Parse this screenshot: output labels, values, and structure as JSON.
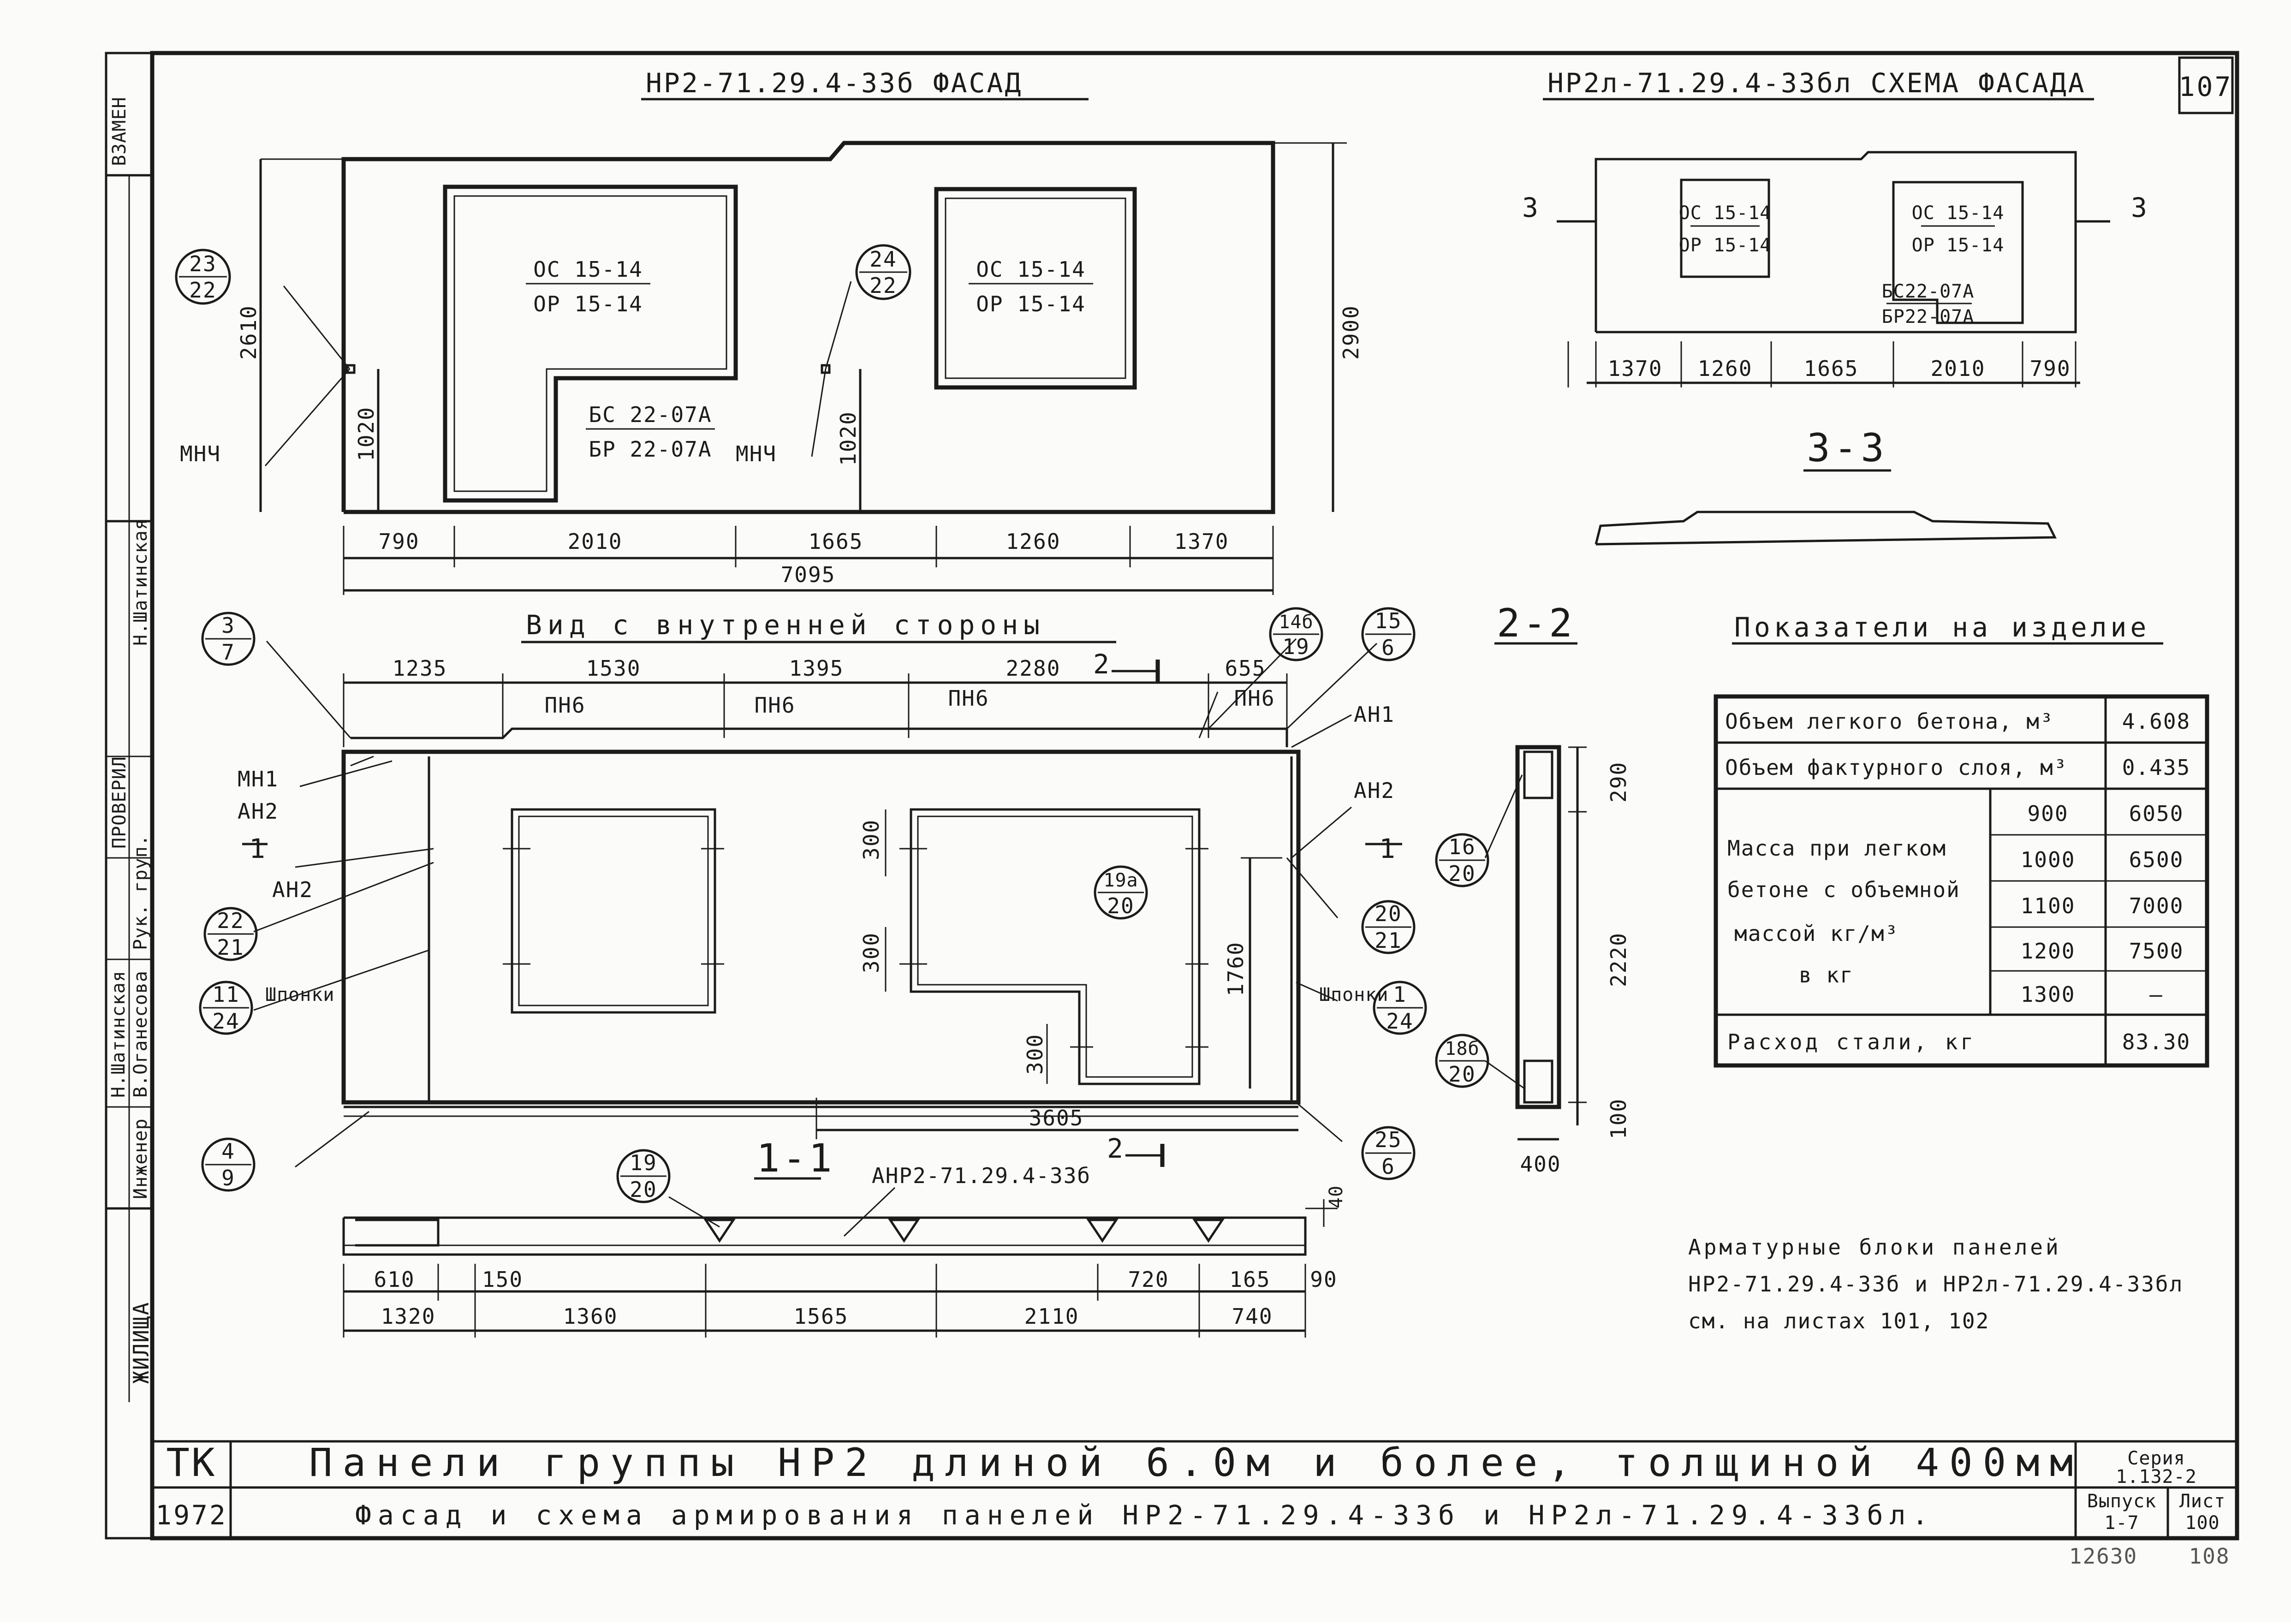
{
  "sheet_number": "107",
  "facade": {
    "title": "НР2-71.29.4-33б ФАСАД",
    "callout_left": {
      "top": "23",
      "bottom": "22"
    },
    "callout_mid": {
      "top": "24",
      "bottom": "22"
    },
    "mnch_left": "МНЧ",
    "mnch_mid": "МНЧ",
    "window_left": {
      "top": "ОС 15-14",
      "bottom": "ОР 15-14"
    },
    "window_right": {
      "top": "ОС 15-14",
      "bottom": "ОР 15-14"
    },
    "door": {
      "top": "БС 22-07А",
      "bottom": "БР 22-07А"
    },
    "dim_height_left": "2610",
    "dim_height_right": "2900",
    "dim_1020_left": "1020",
    "dim_1020_mid": "1020",
    "dims_bottom": [
      "790",
      "2010",
      "1665",
      "1260",
      "1370"
    ],
    "dim_total": "7095"
  },
  "scheme": {
    "title": "НР2л-71.29.4-33бл СХЕМА ФАСАДА",
    "section_mark_left": "3",
    "section_mark_right": "3",
    "window_left": {
      "top": "ОС 15-14",
      "bottom": "ОР 15-14"
    },
    "window_right": {
      "top": "ОС 15-14",
      "bottom": "ОР 15-14"
    },
    "door": {
      "top": "БС22-07А",
      "bottom": "БР22-07А"
    },
    "dims": [
      "1370",
      "1260",
      "1665",
      "2010",
      "790"
    ],
    "section_title": "3-3"
  },
  "inside_view": {
    "title": "Вид с внутренней стороны",
    "top_dims": [
      "1235",
      "1530",
      "1395",
      "2280",
      "655"
    ],
    "pn6_labels": [
      "ПН6",
      "ПН6",
      "ПН6",
      "ПН6"
    ],
    "section_2_marker": "2",
    "section_1_marker_left": "1",
    "section_1_marker_right": "1",
    "callouts": {
      "c_3_7": {
        "top": "3",
        "bottom": "7"
      },
      "c_14b_19": {
        "top": "14б",
        "bottom": "19"
      },
      "c_15_6": {
        "top": "15",
        "bottom": "6"
      },
      "c_22_21": {
        "top": "22",
        "bottom": "21"
      },
      "c_11_24": {
        "top": "11",
        "bottom": "24"
      },
      "c_19a_20": {
        "top": "19а",
        "bottom": "20"
      },
      "c_20_21": {
        "top": "20",
        "bottom": "21"
      },
      "c_1_24": {
        "top": "1",
        "bottom": "24"
      },
      "c_4_9": {
        "top": "4",
        "bottom": "9"
      },
      "c_25_6": {
        "top": "25",
        "bottom": "6"
      }
    },
    "labels": {
      "mn1": "МН1",
      "an2_a": "АН2",
      "an2_b": "АН2",
      "an2_right": "АН2",
      "an1": "АН1",
      "shponki_left": "Шпонки",
      "shponki_right": "Шпонки"
    },
    "dim_300_a": "300",
    "dim_300_b": "300",
    "dim_300_c": "300",
    "dim_1760": "1760",
    "dim_3605": "3605"
  },
  "section_2_2": {
    "title": "2-2",
    "callout_top": {
      "top": "16",
      "bottom": "20"
    },
    "callout_bottom": {
      "top": "18б",
      "bottom": "20"
    },
    "dims": [
      "290",
      "2220",
      "100"
    ],
    "width": "400"
  },
  "section_1_1": {
    "title": "1-1",
    "callout": {
      "top": "19",
      "bottom": "20"
    },
    "anr_label": "АНР2-71.29.4-33б",
    "dim_40": "40",
    "dims_top": [
      "610",
      "150",
      "720",
      "165",
      "90"
    ],
    "dims_bottom": [
      "1320",
      "1360",
      "1565",
      "2110",
      "740"
    ]
  },
  "indicators": {
    "title": "Показатели на изделие",
    "rows": [
      {
        "label": "Объем легкого бетона, м³",
        "value": "4.608"
      },
      {
        "label": "Объем фактурного слоя, м³",
        "value": "0.435"
      }
    ],
    "mass_label_lines": [
      "Масса при легком",
      "бетоне с объемной",
      "массой кг/м³",
      "в кг"
    ],
    "mass_rows": [
      {
        "density": "900",
        "mass": "6050"
      },
      {
        "density": "1000",
        "mass": "6500"
      },
      {
        "density": "1100",
        "mass": "7000"
      },
      {
        "density": "1200",
        "mass": "7500"
      },
      {
        "density": "1300",
        "mass": "—"
      }
    ],
    "steel": {
      "label": "Расход стали, кг",
      "value": "83.30"
    }
  },
  "note": [
    "Арматурные блоки панелей",
    "НР2-71.29.4-33б и НР2л-71.29.4-33бл",
    "см. на листах 101, 102"
  ],
  "stamp": {
    "left_labels": [
      "ВЗАМЕН",
      "ПРОВЕРИЛ",
      "ЖИЛИЩА"
    ],
    "checker": "Н.Шатинская",
    "roles": [
      "Рук. груп.",
      "Н.Шатинская",
      "В.Оганесова",
      "Инженер"
    ],
    "org": "ТК",
    "year": "1972",
    "title_1": "Панели группы НР2 длиной 6.0м и более, толщиной 400мм",
    "title_2": "Фасад и схема армирования панелей НР2-71.29.4-33б и НР2л-71.29.4-33бл.",
    "series_label": "Серия",
    "series_value": "1.132-2",
    "issue_label": "Выпуск",
    "issue_value": "1-7",
    "sheet_label": "Лист",
    "sheet_value": "100",
    "footer_num": "12630",
    "footer_page": "108"
  },
  "colors": {
    "ink": "#1b1b1b",
    "paper": "#fbfbf9"
  }
}
